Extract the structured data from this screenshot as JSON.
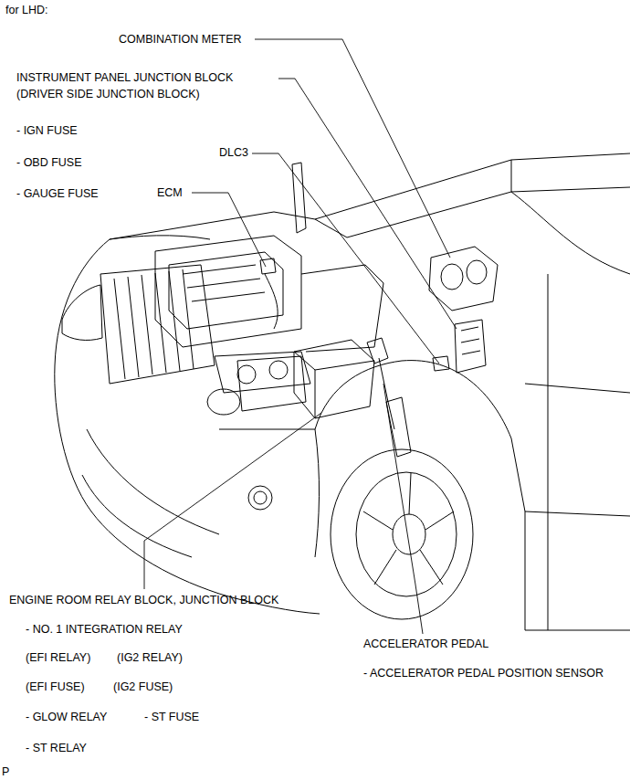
{
  "diagram": {
    "title": "for LHD:",
    "labels": [
      "COMBINATION METER",
      "INSTRUMENT PANEL JUNCTION BLOCK",
      "(DRIVER SIDE JUNCTION BLOCK)",
      "- IGN FUSE",
      "- OBD FUSE",
      "- GAUGE FUSE",
      "DLC3",
      "ECM",
      "ENGINE ROOM RELAY BLOCK, JUNCTION BLOCK",
      "- NO. 1 INTEGRATION RELAY",
      "(EFI RELAY)",
      "(IG2 RELAY)",
      "(EFI FUSE)",
      "(IG2 FUSE)",
      "- GLOW RELAY",
      "- ST FUSE",
      "- ST RELAY",
      "ACCELERATOR PEDAL",
      "- ACCELERATOR PEDAL POSITION SENSOR",
      "P"
    ]
  }
}
